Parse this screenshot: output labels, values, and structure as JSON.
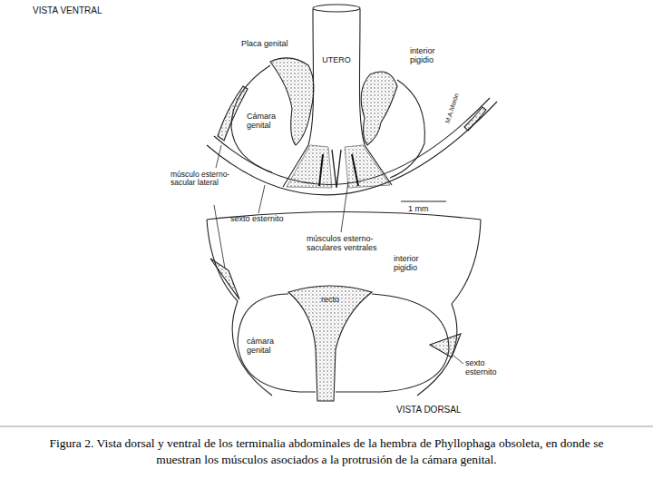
{
  "diagram": {
    "caption": "Figura 2. Vista dorsal y ventral de los terminalia abdominales de la hembra de Phyllophaga obsoleta, en donde se muestran los músculos asociados a la protrusión de la cámara genital.",
    "labels": [
      "VISTA VENTRAL",
      "Placa genital",
      "UTERO",
      "interior pigidio",
      "Cámara genital",
      "M.A.Morón",
      "músculo esterno-sacular lateral",
      "1 mm",
      "sexto esternito",
      "músculos esterno-saculares ventrales",
      "interior pigidio",
      "recto",
      "cámara genital",
      "sexto esternito",
      "VISTA DORSAL"
    ]
  }
}
